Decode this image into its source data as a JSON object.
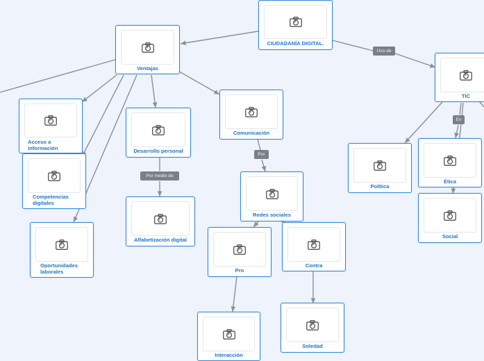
{
  "colors": {
    "accent": "#2f86d6",
    "text": "#2076c8",
    "edge": "#8a8f98",
    "background": "#eff3fc"
  },
  "icon": "camera-icon",
  "nodes": {
    "root": "CIUDADANÍA DIGITAL.",
    "ventajas": "Ventajas",
    "tic": "TIC",
    "acceso": "Acceso a información",
    "competencias": "Competencias digitales",
    "oportunidades": "Oportunidades laborales",
    "desarrollo": "Desarrollo personal",
    "alfabetizacion": "Alfabetización digital",
    "comunicacion": "Comunicación",
    "redes": "Redes sociales",
    "pro": "Pro",
    "contra": "Contra",
    "interaccion": "Interacción",
    "soledad": "Soledad",
    "politica": "Política",
    "etica": "Ética",
    "social": "Social"
  },
  "edge_labels": {
    "uso_de": "Uso de",
    "en": "En",
    "por_medio_de": "Por medio de",
    "por": "Por"
  }
}
